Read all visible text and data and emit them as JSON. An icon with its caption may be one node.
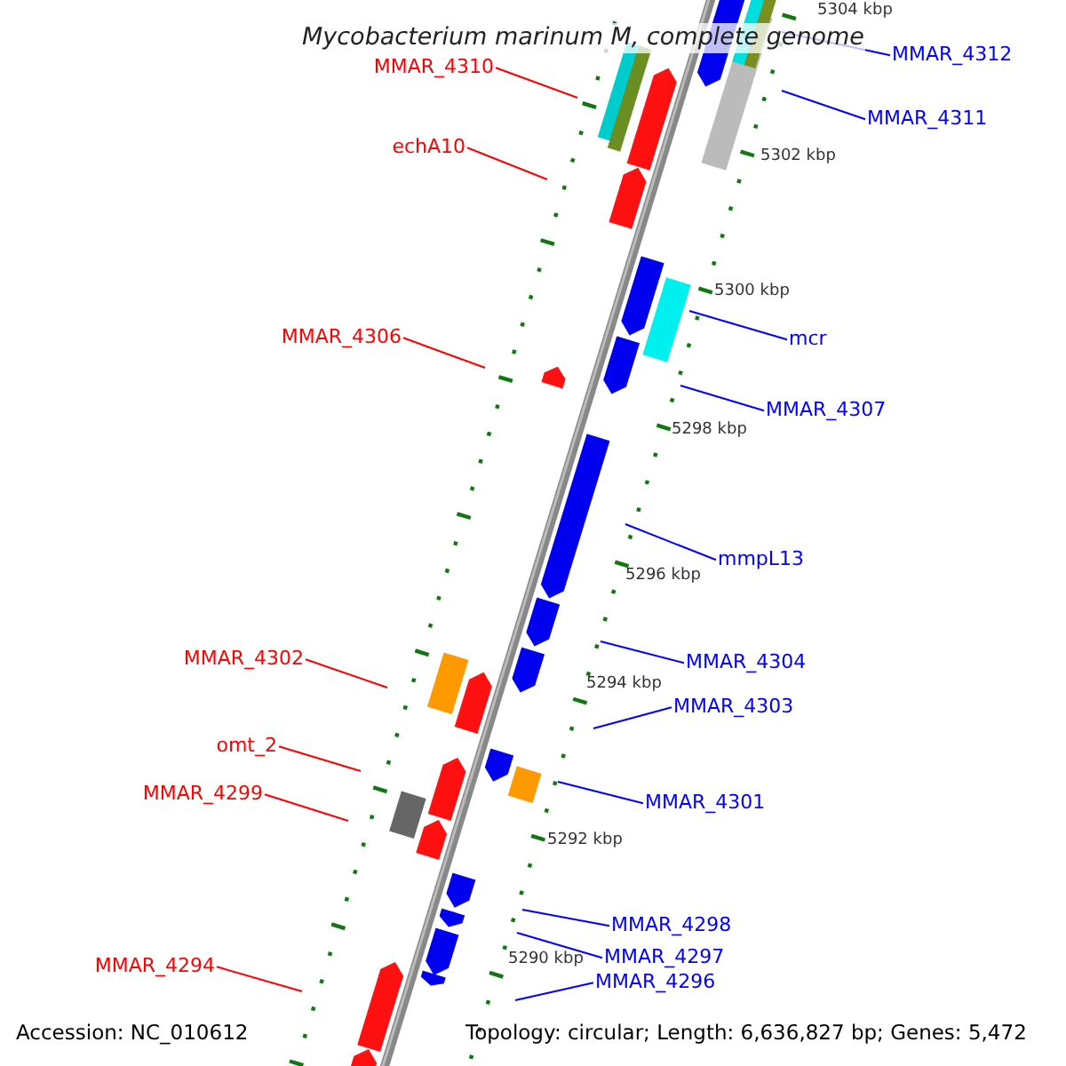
{
  "diagram": {
    "title": "Mycobacterium marinum M, complete genome",
    "nodes": [
      {
        "text": [
          "MMAR_4312"
        ]
      },
      {
        "text": [
          "MMAR_4310"
        ]
      },
      {
        "text": [
          "MMAR_4311"
        ]
      },
      {
        "text": [
          "echA10"
        ]
      },
      {
        "text": [
          "MMAR_4306"
        ]
      },
      {
        "text": [
          "mcr"
        ]
      },
      {
        "text": [
          "MMAR_4307"
        ]
      },
      {
        "text": [
          "mmpL13"
        ]
      },
      {
        "text": [
          "MMAR_4302"
        ]
      },
      {
        "text": [
          "MMAR_4304"
        ]
      },
      {
        "text": [
          "MMAR_4303"
        ]
      },
      {
        "text": [
          "omt_2"
        ]
      },
      {
        "text": [
          "MMAR_4299"
        ]
      },
      {
        "text": [
          "MMAR_4301"
        ]
      },
      {
        "text": [
          "MMAR_4298"
        ]
      },
      {
        "text": [
          "MMAR_4297"
        ]
      },
      {
        "text": [
          "MMAR_4294"
        ]
      },
      {
        "text": [
          "MMAR_4296"
        ]
      }
    ],
    "edges": [
      {
        "from": 0,
        "to": null,
        "arrow": "none"
      },
      {
        "from": 1,
        "to": null,
        "arrow": "none",
        "color": "#ff0000"
      },
      {
        "from": 2,
        "to": null,
        "arrow": "none"
      },
      {
        "from": 3,
        "to": null,
        "arrow": "none",
        "color": "#ff0000"
      },
      {
        "from": 4,
        "to": null,
        "arrow": "none",
        "color": "#ff0000"
      },
      {
        "from": 5,
        "to": null,
        "arrow": "none"
      },
      {
        "from": 6,
        "to": null,
        "arrow": "none"
      },
      {
        "from": 7,
        "to": null,
        "arrow": "none"
      },
      {
        "from": 8,
        "to": null,
        "arrow": "none",
        "color": "#ff0000"
      },
      {
        "from": 9,
        "to": null,
        "arrow": "none"
      },
      {
        "from": 10,
        "to": null,
        "arrow": "none"
      },
      {
        "from": 11,
        "to": null,
        "arrow": "none",
        "color": "#ff0000"
      },
      {
        "from": 12,
        "to": null,
        "arrow": "none",
        "color": "#ff0000"
      },
      {
        "from": 13,
        "to": null,
        "arrow": "none"
      },
      {
        "from": 14,
        "to": null,
        "arrow": "none"
      },
      {
        "from": 15,
        "to": null,
        "arrow": "none"
      },
      {
        "from": 16,
        "to": null,
        "arrow": "none",
        "color": "#ff0000"
      },
      {
        "from": 17,
        "to": null,
        "arrow": "none"
      }
    ],
    "labels": [
      "5304 kbp",
      "5302 kbp",
      "5300 kbp",
      "5298 kbp",
      "5296 kbp",
      "5294 kbp",
      "5292 kbp",
      "5290 kbp",
      "Accession: NC_010612",
      "Topology: circular; Length: 6,636,827 bp; Genes: 5,472"
    ]
  }
}
